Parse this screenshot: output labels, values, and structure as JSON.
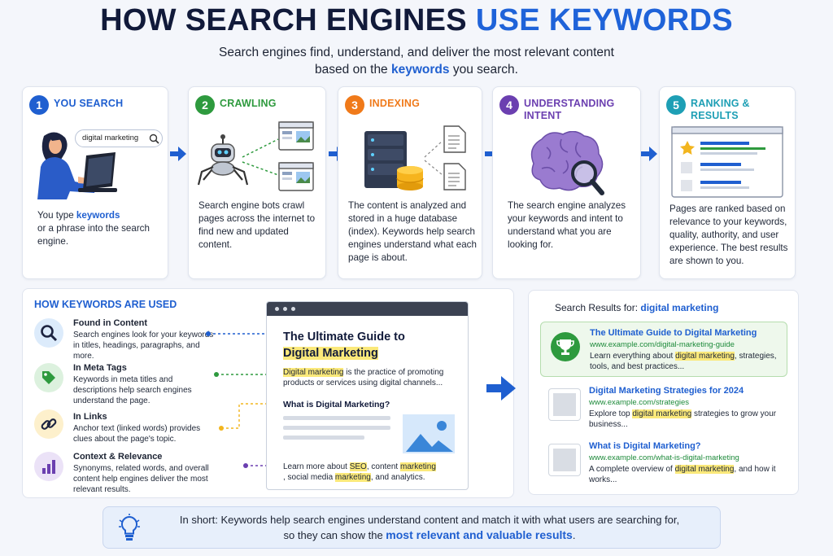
{
  "header": {
    "title_main": "HOW SEARCH ENGINES ",
    "title_highlight": "USE KEYWORDS",
    "subtitle_line1": "Search engines find, understand, and deliver the most relevant content",
    "subtitle_line2_pre": "based on the ",
    "subtitle_line2_keyword": "keywords",
    "subtitle_line2_post": " you search."
  },
  "steps": [
    {
      "number": "1",
      "title": "YOU SEARCH",
      "color": "#1f5fd0",
      "search_query": "digital marketing",
      "desc_pre": "You type ",
      "desc_keyword": "keywords",
      "desc_post": "or a phrase into the search engine."
    },
    {
      "number": "2",
      "title": "CRAWLING",
      "color": "#2e9a3e",
      "desc": "Search engine bots crawl pages across the internet to find new and updated content."
    },
    {
      "number": "3",
      "title": "INDEXING",
      "color": "#f07a1a",
      "desc": "The content is analyzed and stored in a huge database (index). Keywords help search engines understand what each page is about."
    },
    {
      "number": "4",
      "title_line1": "UNDERSTANDING",
      "title_line2": "INTENT",
      "color": "#6b3fb0",
      "desc": "The search engine analyzes your keywords and intent to understand what you are looking for."
    },
    {
      "number": "5",
      "title_line1": "RANKING &",
      "title_line2": "RESULTS",
      "color": "#1e9fb5",
      "desc": "Pages are ranked based on relevance to your keywords, quality, authority, and user experience. The best results are shown to you."
    }
  ],
  "keywords_panel": {
    "heading": "HOW KEYWORDS ARE USED",
    "items": [
      {
        "title": "Found in Content",
        "desc": "Search engines look for your keywords in titles, headings, paragraphs, and more."
      },
      {
        "title": "In Meta Tags",
        "desc": "Keywords in meta titles and descriptions help search engines understand the page."
      },
      {
        "title": "In Links",
        "desc": "Anchor text (linked words) provides clues about the page's topic."
      },
      {
        "title": "Context & Relevance",
        "desc": "Synonyms, related words, and overall content help engines deliver the most relevant results."
      }
    ]
  },
  "article": {
    "title_line1": "The Ultimate Guide to",
    "title_line2": "Digital Marketing",
    "intro_keyword": "Digital marketing",
    "intro_rest": " is the practice of promoting products or services using digital channels...",
    "subheading": "What is Digital Marketing?",
    "footer_pre": "Learn more about ",
    "footer_kw1": "SEO",
    "footer_mid1": ", content ",
    "footer_kw2": "marketing",
    "footer_mid2": ", social media ",
    "footer_kw3": "marketing",
    "footer_post": ", and analytics."
  },
  "results_panel": {
    "heading_label": "Search Results for: ",
    "heading_query": "digital marketing",
    "results": [
      {
        "title": "The Ultimate Guide to Digital Marketing",
        "url": "www.example.com/digital-marketing-guide",
        "desc_pre": "Learn everything about ",
        "desc_kw": "digital marketing",
        "desc_post": ", strategies, tools, and best practices..."
      },
      {
        "title": "Digital Marketing Strategies for 2024",
        "url": "www.example.com/strategies",
        "desc_pre": "Explore top ",
        "desc_kw": "digital marketing",
        "desc_post": " strategies to grow your business..."
      },
      {
        "title": "What is Digital Marketing?",
        "url": "www.example.com/what-is-digital-marketing",
        "desc_pre": "A complete overview of ",
        "desc_kw": "digital marketing",
        "desc_post": ", and how it works..."
      }
    ]
  },
  "summary": {
    "line1": "In short: Keywords help search engines understand content and match it with what users are searching for,",
    "line2_pre": "so they can show the ",
    "line2_highlight": "most relevant and valuable results",
    "line2_post": "."
  },
  "colors": {
    "accent": "#1f63d9",
    "highlight": "#fbe97a",
    "green": "#2e9a3e"
  },
  "icons": [
    "magnifier-icon",
    "tag-icon",
    "link-icon",
    "chart-icon",
    "robot-icon",
    "database-icon",
    "brain-icon",
    "trophy-icon",
    "lightbulb-icon",
    "arrow-right-icon",
    "star-icon",
    "image-icon"
  ]
}
